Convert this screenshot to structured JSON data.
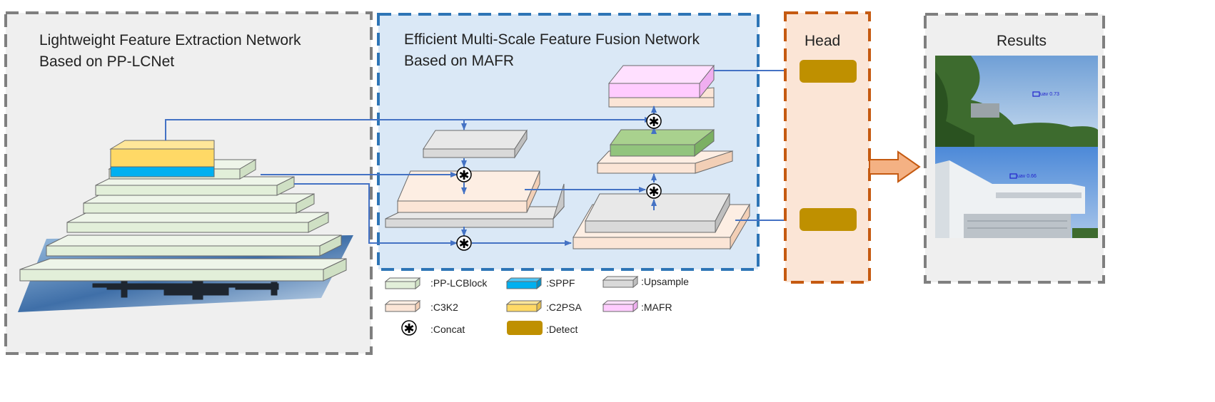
{
  "panels": {
    "extraction": {
      "title_line1": "Lightweight Feature Extraction Network",
      "title_line2": "Based on PP-LCNet"
    },
    "fusion": {
      "title_line1": "Efficient Multi-Scale Feature Fusion Network",
      "title_line2": "Based on MAFR"
    },
    "head": {
      "title": "Head"
    },
    "results": {
      "title": "Results"
    }
  },
  "result_detections": [
    {
      "label": "uav 0.73"
    },
    {
      "label": "uav 0.66"
    }
  ],
  "concat_symbol": "✱",
  "legend": {
    "pp_lcblock": ":PP-LCBlock",
    "sppf": ":SPPF",
    "upsample": ":Upsample",
    "c3k2": ":C3K2",
    "c2psa": ":C2PSA",
    "mafr": ":MAFR",
    "concat": ":Concat",
    "detect": ":Detect"
  },
  "colors": {
    "pp_lcblock": "#e2efd9",
    "sppf": "#00b0f0",
    "c2psa": "#ffd966",
    "c3k2": "#fbe5d6",
    "upsample": "#d9d9d9",
    "mafr": "#ffccff",
    "green_block": "#92c47d",
    "detect": "#bf9000",
    "arrow": "#4472c4",
    "fusion_bg": "#dae8f6",
    "head_bg": "#fbe5d6",
    "head_border": "#c55a11",
    "panel_border": "#7f7f7f"
  }
}
